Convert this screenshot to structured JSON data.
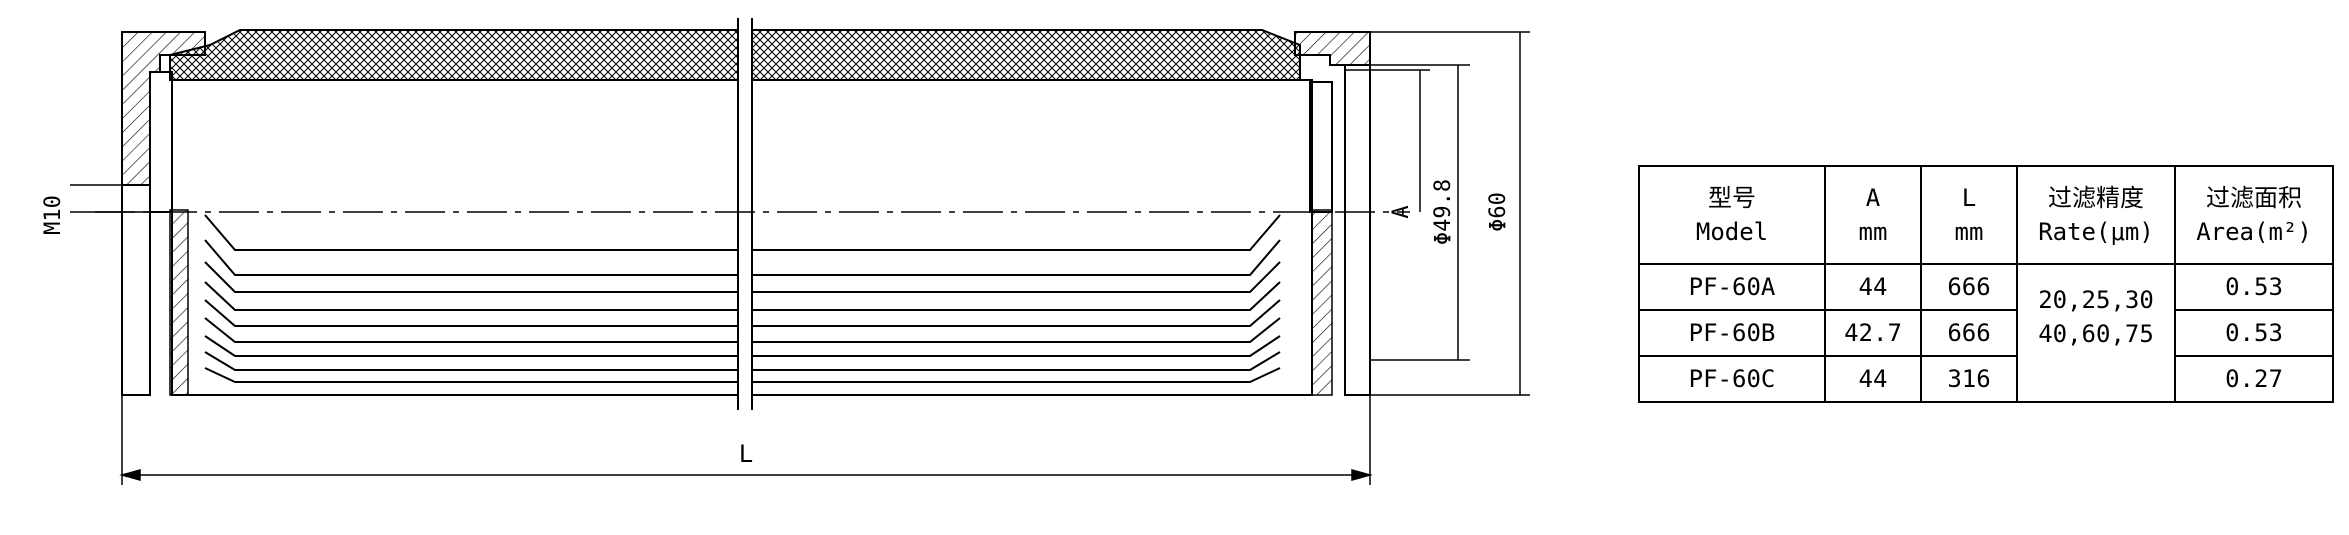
{
  "drawing": {
    "labels": {
      "length": "L",
      "thread": "M10",
      "inner_dia": "Φ49.8",
      "outer_dia": "Φ60",
      "a_dim": "A"
    }
  },
  "table": {
    "headers": [
      {
        "line1": "型号",
        "line2": "Model"
      },
      {
        "line1": "A",
        "line2": "mm"
      },
      {
        "line1": "L",
        "line2": "mm"
      },
      {
        "line1": "过滤精度",
        "line2": "Rate(μm)"
      },
      {
        "line1": "过滤面积",
        "line2": "Area(m²)"
      }
    ],
    "rows": [
      {
        "model": "PF-60A",
        "a": "44",
        "l": "666",
        "area": "0.53"
      },
      {
        "model": "PF-60B",
        "a": "42.7",
        "l": "666",
        "area": "0.53"
      },
      {
        "model": "PF-60C",
        "a": "44",
        "l": "316",
        "area": "0.27"
      }
    ],
    "rate_line1": "20,25,30",
    "rate_line2": "40,60,75"
  }
}
